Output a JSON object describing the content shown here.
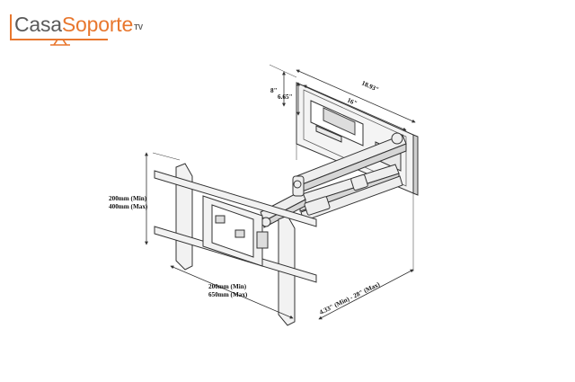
{
  "brand": {
    "name_part1": "Casa",
    "name_part2": "Soporte",
    "name_suffix": "TV",
    "color_primary": "#e8772e",
    "color_secondary": "#5a5a5a"
  },
  "dimensions": {
    "wall_plate_width": "18.93\"",
    "wall_plate_inner_width": "16\"",
    "wall_plate_height": "8\"",
    "wall_plate_inner_height": "6.65\"",
    "vesa_vertical_min": "200mm (Min)",
    "vesa_vertical_max": "400mm (Max)",
    "vesa_horizontal_min": "200mm (Min)",
    "vesa_horizontal_max": "650mm (Max)",
    "extension_range": "4.33\" (Min) - 28\" (Max)"
  }
}
